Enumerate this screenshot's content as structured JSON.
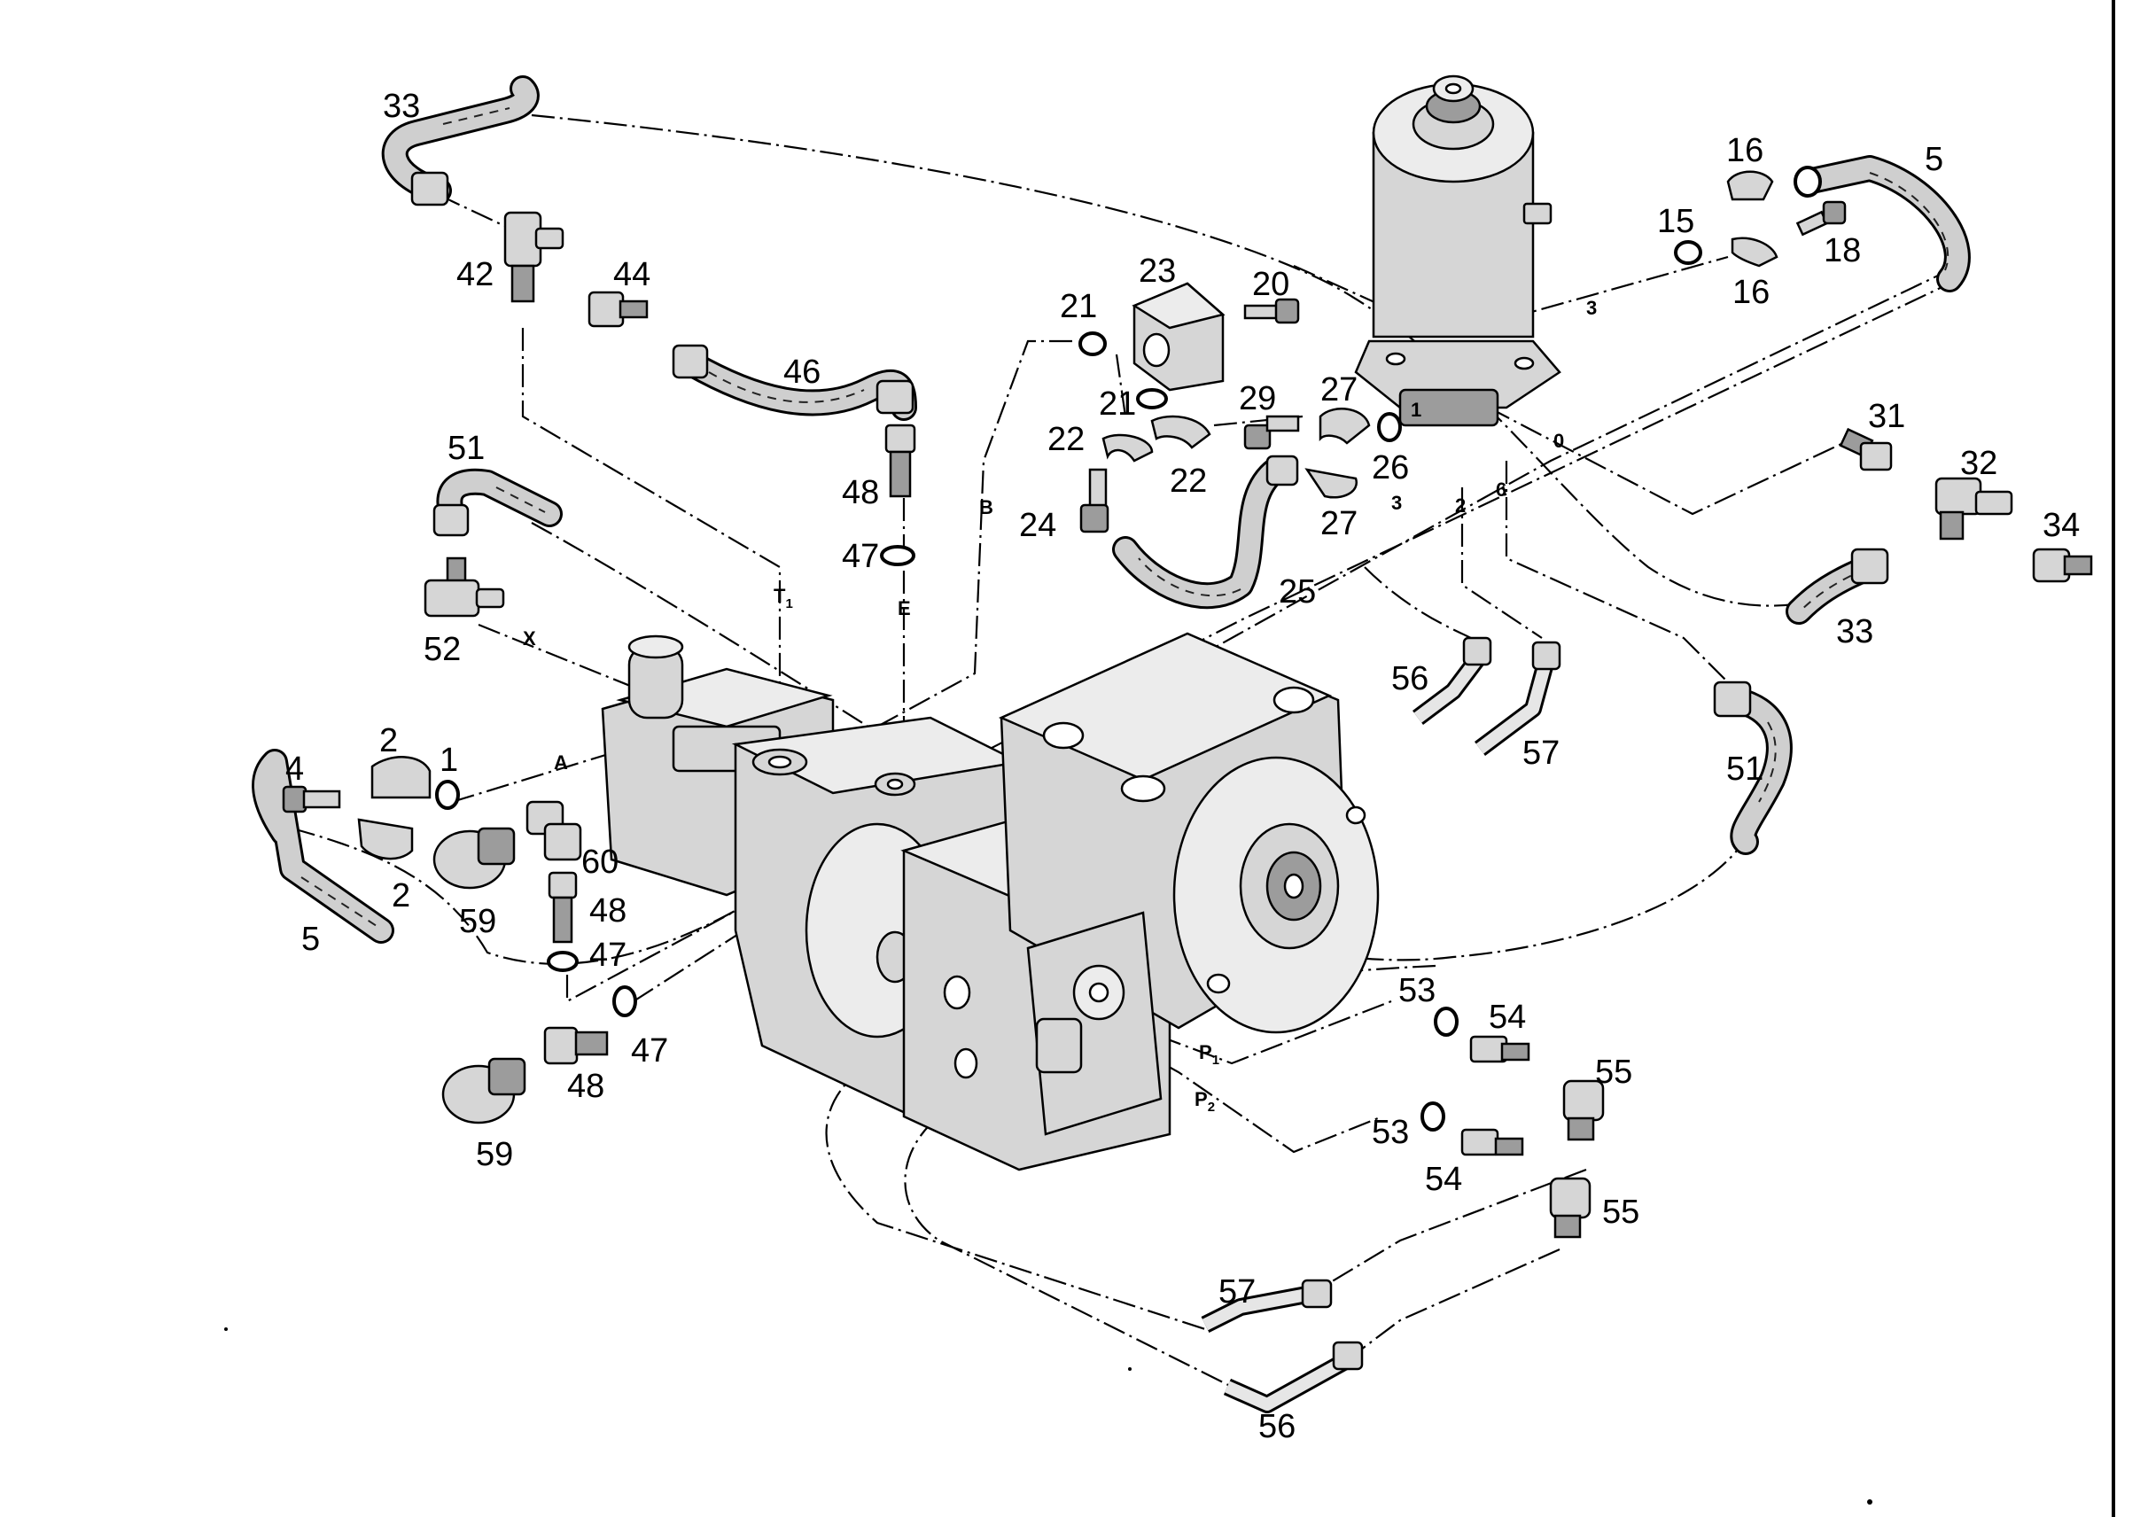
{
  "callouts": [
    {
      "id": "c33a",
      "text": "33"
    },
    {
      "id": "c42",
      "text": "42"
    },
    {
      "id": "c44",
      "text": "44"
    },
    {
      "id": "c46",
      "text": "46"
    },
    {
      "id": "c48a",
      "text": "48"
    },
    {
      "id": "c47a",
      "text": "47"
    },
    {
      "id": "c51a",
      "text": "51"
    },
    {
      "id": "c52",
      "text": "52"
    },
    {
      "id": "c4",
      "text": "4"
    },
    {
      "id": "c2a",
      "text": "2"
    },
    {
      "id": "c1",
      "text": "1"
    },
    {
      "id": "c2b",
      "text": "2"
    },
    {
      "id": "c5a",
      "text": "5"
    },
    {
      "id": "c59a",
      "text": "59"
    },
    {
      "id": "c60",
      "text": "60"
    },
    {
      "id": "c48b",
      "text": "48"
    },
    {
      "id": "c47b",
      "text": "47"
    },
    {
      "id": "c47c",
      "text": "47"
    },
    {
      "id": "c48c",
      "text": "48"
    },
    {
      "id": "c59b",
      "text": "59"
    },
    {
      "id": "c21a",
      "text": "21"
    },
    {
      "id": "c23",
      "text": "23"
    },
    {
      "id": "c20",
      "text": "20"
    },
    {
      "id": "c21b",
      "text": "21"
    },
    {
      "id": "c22a",
      "text": "22"
    },
    {
      "id": "c22b",
      "text": "22"
    },
    {
      "id": "c24",
      "text": "24"
    },
    {
      "id": "c29",
      "text": "29"
    },
    {
      "id": "c27a",
      "text": "27"
    },
    {
      "id": "c26",
      "text": "26"
    },
    {
      "id": "c27b",
      "text": "27"
    },
    {
      "id": "c25",
      "text": "25"
    },
    {
      "id": "c16a",
      "text": "16"
    },
    {
      "id": "c15",
      "text": "15"
    },
    {
      "id": "c18",
      "text": "18"
    },
    {
      "id": "c16b",
      "text": "16"
    },
    {
      "id": "c5b",
      "text": "5"
    },
    {
      "id": "c31",
      "text": "31"
    },
    {
      "id": "c32",
      "text": "32"
    },
    {
      "id": "c34",
      "text": "34"
    },
    {
      "id": "c33b",
      "text": "33"
    },
    {
      "id": "c56a",
      "text": "56"
    },
    {
      "id": "c57a",
      "text": "57"
    },
    {
      "id": "c51b",
      "text": "51"
    },
    {
      "id": "c53a",
      "text": "53"
    },
    {
      "id": "c54a",
      "text": "54"
    },
    {
      "id": "c55a",
      "text": "55"
    },
    {
      "id": "c53b",
      "text": "53"
    },
    {
      "id": "c54b",
      "text": "54"
    },
    {
      "id": "c55b",
      "text": "55"
    },
    {
      "id": "c57b",
      "text": "57"
    },
    {
      "id": "c56b",
      "text": "56"
    }
  ],
  "ports": {
    "T": "T",
    "T_sub": "1",
    "E": "E",
    "B": "B",
    "X": "X",
    "A": "A",
    "P1": "P",
    "P1_sub": "1",
    "P2": "P",
    "P2_sub": "2",
    "motor_port_1": "1",
    "motor_port_3a": "3",
    "motor_port_3b": "3",
    "motor_port_2": "2",
    "motor_port_6": "6",
    "motor_port_0": "0"
  }
}
